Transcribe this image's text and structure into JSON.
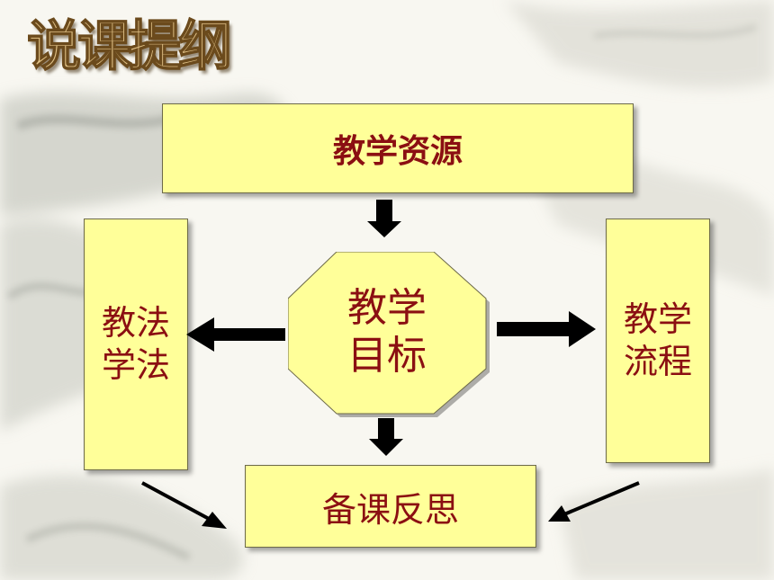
{
  "slide": {
    "title": "说课提纲"
  },
  "diagram": {
    "top_box": "教学资源",
    "center": "教学目标",
    "left_box": "教法学法",
    "right_box": "教学流程",
    "bottom_box": "备课反思"
  },
  "colors": {
    "box_fill": "#ffff99",
    "text": "#8b0f12",
    "arrow": "#000000"
  }
}
